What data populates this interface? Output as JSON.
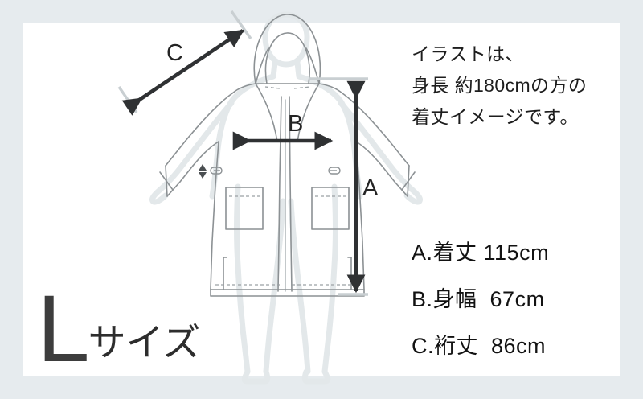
{
  "card": {
    "background_color": "#ffffff",
    "border_color": "#e6ebee"
  },
  "note": {
    "lines": [
      "イラストは、",
      "身長 約180cmの方の",
      "着丈イメージです。"
    ]
  },
  "specs": {
    "items": [
      {
        "key": "A",
        "label": "A.着丈",
        "value": "115cm"
      },
      {
        "key": "B",
        "label": "B.身幅",
        "value": "67cm"
      },
      {
        "key": "C",
        "label": "C.裄丈",
        "value": "86cm"
      }
    ]
  },
  "size_badge": {
    "letter": "L",
    "word": "サイズ"
  },
  "dimension_markers": {
    "a": "A",
    "b": "B",
    "c": "C"
  },
  "illustration": {
    "subject": "hooded-raincoat-front-view",
    "garment_line_color": "#8c9194",
    "silhouette_color": "#e3e8ea",
    "arrow_color": "#2f3133",
    "guide_line_color": "#c9cfd2"
  }
}
